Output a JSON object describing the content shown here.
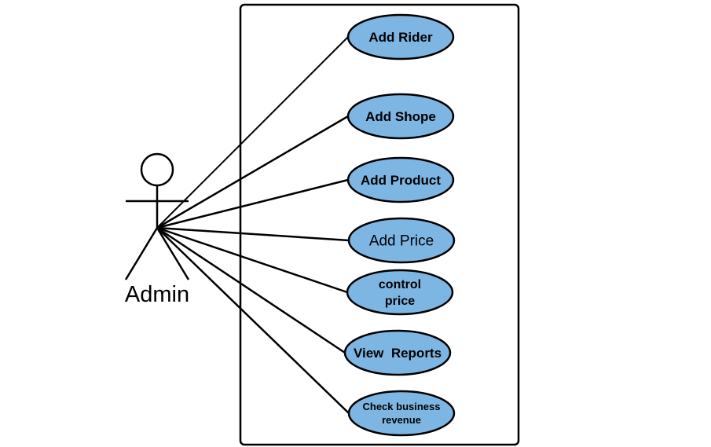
{
  "actor": {
    "name": "Admin"
  },
  "colors": {
    "usecase_fill": "#7eb6e3",
    "stroke": "#000000",
    "background": "#ffffff"
  },
  "use_cases": [
    {
      "id": "add-rider",
      "lines": [
        "Add Rider"
      ]
    },
    {
      "id": "add-shope",
      "lines": [
        "Add Shope"
      ]
    },
    {
      "id": "add-product",
      "lines": [
        "Add Product"
      ]
    },
    {
      "id": "add-price",
      "lines": [
        "Add Price"
      ]
    },
    {
      "id": "control-price",
      "lines": [
        "control",
        "price"
      ]
    },
    {
      "id": "view-reports",
      "lines": [
        "View  Reports"
      ]
    },
    {
      "id": "check-business-revenue",
      "lines": [
        "Check business",
        "revenue"
      ]
    }
  ]
}
